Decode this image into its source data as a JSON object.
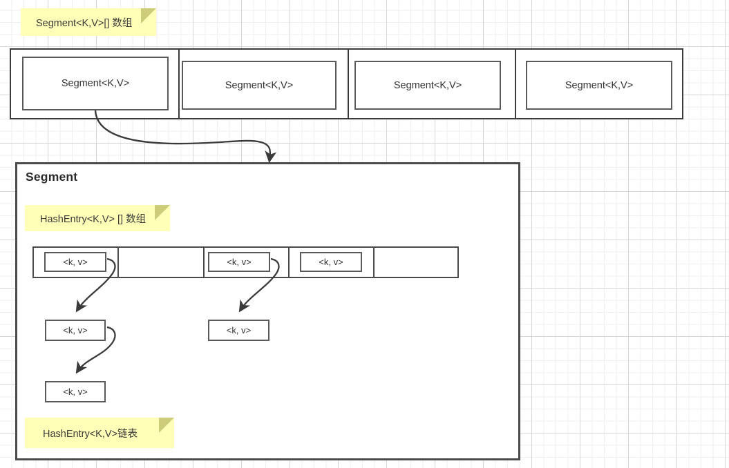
{
  "diagram": {
    "title_note_top": "Segment<K,V>[] 数组",
    "segment_array": {
      "cells": [
        {
          "label": "Segment<K,V>"
        },
        {
          "label": "Segment<K,V>"
        },
        {
          "label": "Segment<K,V>"
        },
        {
          "label": "Segment<K,V>"
        }
      ]
    },
    "segment_panel": {
      "title": "Segment",
      "note_hashentry_array": "HashEntry<K,V>  [] 数组",
      "note_hashentry_list": "HashEntry<K,V>链表",
      "hash_array": {
        "slots": [
          {
            "label": "<k, v>",
            "filled": true
          },
          {
            "label": "",
            "filled": false
          },
          {
            "label": "<k, v>",
            "filled": true
          },
          {
            "label": "<k, v>",
            "filled": true
          },
          {
            "label": "",
            "filled": false
          }
        ]
      },
      "chain_nodes": [
        {
          "label": "<k, v>"
        },
        {
          "label": "<k, v>"
        },
        {
          "label": "<k, v>"
        }
      ]
    },
    "colors": {
      "note_bg": "#ffffb8",
      "note_fold": "#cccc7a",
      "box_border": "#4d4d4d",
      "grid_minor": "#efefef",
      "grid_major": "#d7d7d7",
      "arrow": "#3a3a3a"
    }
  }
}
